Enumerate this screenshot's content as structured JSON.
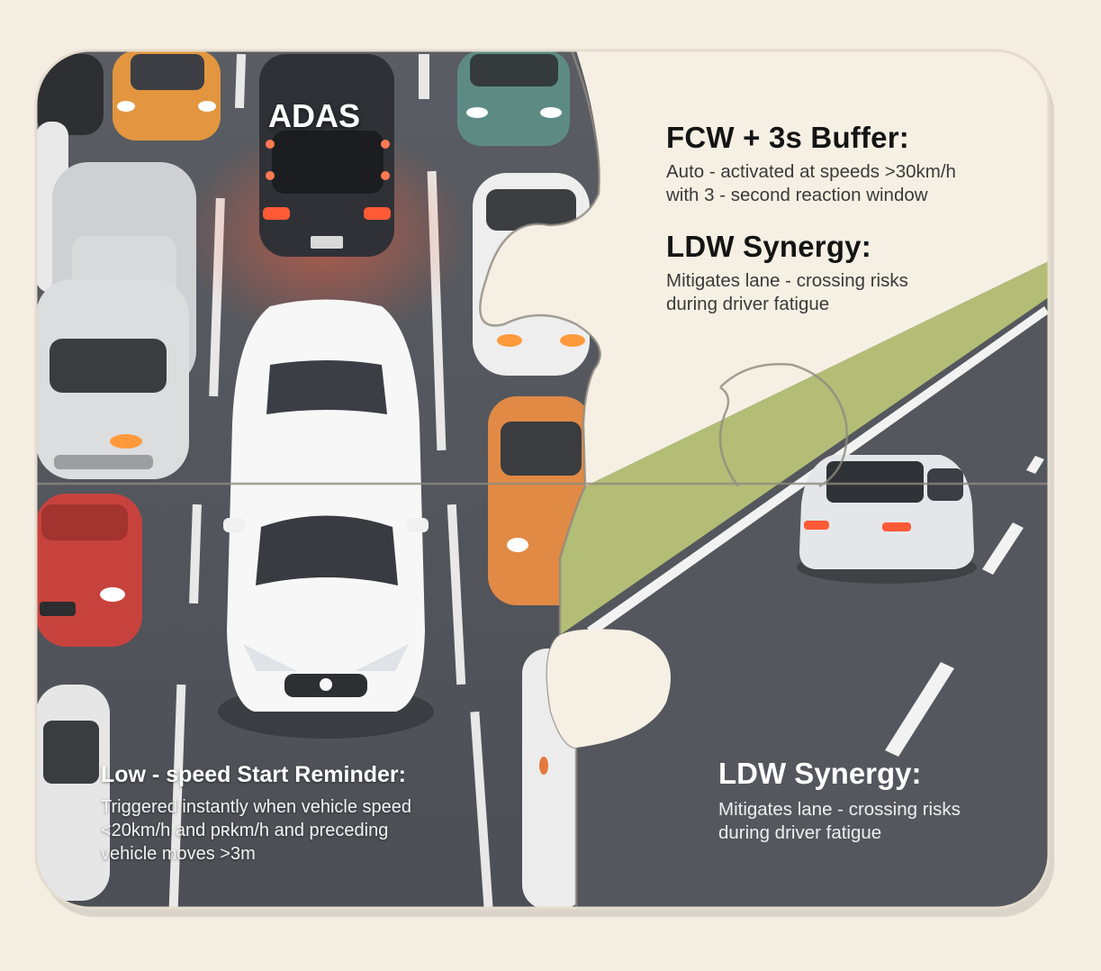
{
  "badge": {
    "label": "ADAS"
  },
  "fcw": {
    "title": "FCW + 3s Buffer:",
    "lines": [
      "Auto - activated at speeds >30km/h",
      "with 3 - second reaction window"
    ]
  },
  "ldw_top": {
    "title": "LDW Synergy:",
    "lines": [
      "Mitigates lane - crossing risks",
      "during driver fatigue"
    ]
  },
  "low_speed": {
    "title": "Low - speed Start Reminder:",
    "lines": [
      "Triggered instantly when vehicle speed",
      "<20km/h and pʀkm/h and preceding",
      "vehicle moves >3m"
    ]
  },
  "ldw_bottom": {
    "title": "LDW Synergy:",
    "lines": [
      "Mitigates lane - crossing risks",
      "during driver fatigue"
    ]
  },
  "colors": {
    "background": "#f3ede2",
    "puzzle_cream": "#f6f0e4",
    "road": "#53565c",
    "grass": "#b3bd76",
    "traffic_car_orange": "#e3963f",
    "traffic_car_teal": "#5d8b84",
    "traffic_car_red": "#c8423d",
    "brake_light": "#ff5a36"
  }
}
